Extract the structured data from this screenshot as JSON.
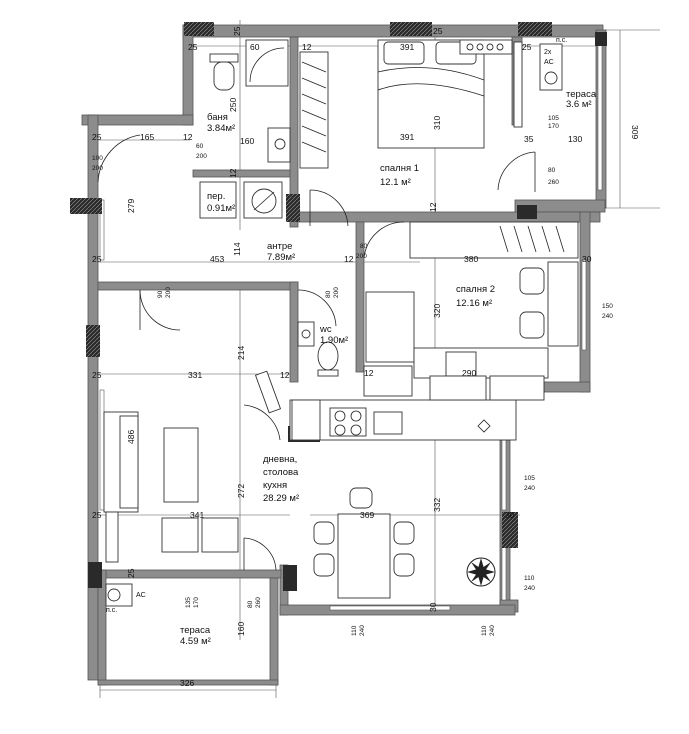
{
  "rooms": {
    "bathroom": {
      "name": "баня",
      "area": "3.84м²"
    },
    "laundry": {
      "name": "пер.",
      "area": "0.91м²"
    },
    "entrance": {
      "name": "антре",
      "area": "7.89м²"
    },
    "wc": {
      "name": "wc",
      "area": "1.90м²"
    },
    "bedroom1": {
      "name": "спалня 1",
      "area": "12.1 м²"
    },
    "bedroom2": {
      "name": "спалня 2",
      "area": "12.16 м²"
    },
    "living": {
      "line1": "дневна,",
      "line2": "столова",
      "line3": "кухня",
      "area": "28.29 м²"
    },
    "terrace_top": {
      "name": "тераса",
      "area": "3.6 м²"
    },
    "terrace_bottom": {
      "name": "тераса",
      "area": "4.59 м²"
    }
  },
  "labels": {
    "ps": "п.с.",
    "ac": "AC",
    "ac2x": "2x"
  },
  "dims": {
    "d25": "25",
    "d60": "60",
    "d12": "12",
    "d391": "391",
    "d250": "250",
    "d160": "160",
    "d310": "310",
    "d165": "165",
    "d35": "35",
    "d130": "130",
    "d309": "309",
    "d279": "279",
    "d114": "114",
    "d453": "453",
    "d380": "380",
    "d30": "30",
    "d320": "320",
    "d214": "214",
    "d331": "331",
    "d290": "290",
    "d486": "486",
    "d272": "272",
    "d341": "341",
    "d369": "369",
    "d332": "332",
    "d326": "326",
    "w105_170": [
      "105",
      "170"
    ],
    "w80_260": [
      "80",
      "260"
    ],
    "w100_200": [
      "100",
      "200"
    ],
    "w90_200": [
      "90",
      "200"
    ],
    "w80_200": [
      "80",
      "200"
    ],
    "w150_240": [
      "150",
      "240"
    ],
    "w105_240": [
      "105",
      "240"
    ],
    "w110_240": [
      "110",
      "240"
    ],
    "w135_170": [
      "135",
      "170"
    ],
    "w80_260b": [
      "80",
      "260"
    ],
    "w60_200": [
      "60",
      "200"
    ],
    "w110_240b": [
      "110",
      "240"
    ],
    "w80_200b": [
      "80",
      "200"
    ]
  }
}
